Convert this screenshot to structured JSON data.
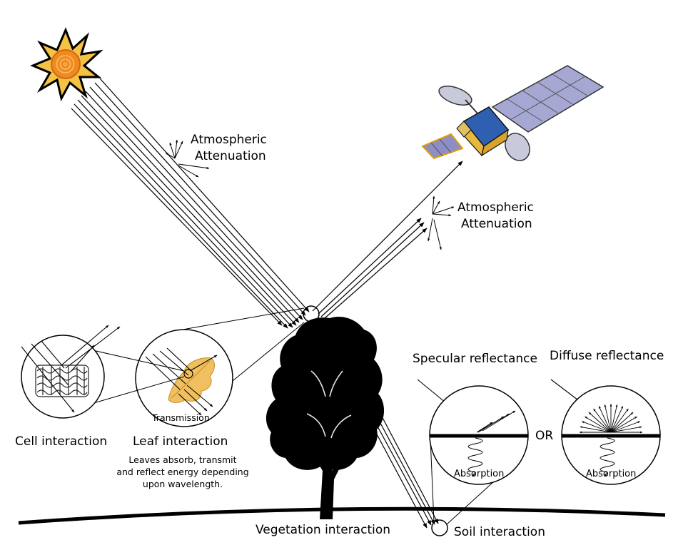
{
  "labels": {
    "atm_top_1": "Atmospheric",
    "atm_top_2": "Attenuation",
    "atm_right_1": "Atmospheric",
    "atm_right_2": "Attenuation",
    "transmission": "Transmission",
    "cell": "Cell interaction",
    "leaf": "Leaf interaction",
    "leaf_desc_1": "Leaves absorb, transmit",
    "leaf_desc_2": "and reflect energy depending",
    "leaf_desc_3": "upon wavelength.",
    "specular": "Specular reflectance",
    "diffuse": "Diffuse reflectance",
    "or": "OR",
    "absorption_1": "Absorption",
    "absorption_2": "Absorption",
    "vegetation": "Vegetation interaction",
    "soil": "Soil interaction"
  },
  "icons": [
    "sun-icon",
    "satellite-icon",
    "tree-icon"
  ],
  "colors": {
    "sun_outer": "#f5c242",
    "sun_inner": "#f08a1e",
    "sun_rays": "#e87b2a",
    "panel": "#8e8ec7",
    "satellite_body": "#2f5fb0",
    "leaf": "#f0c060",
    "line": "#000000"
  }
}
